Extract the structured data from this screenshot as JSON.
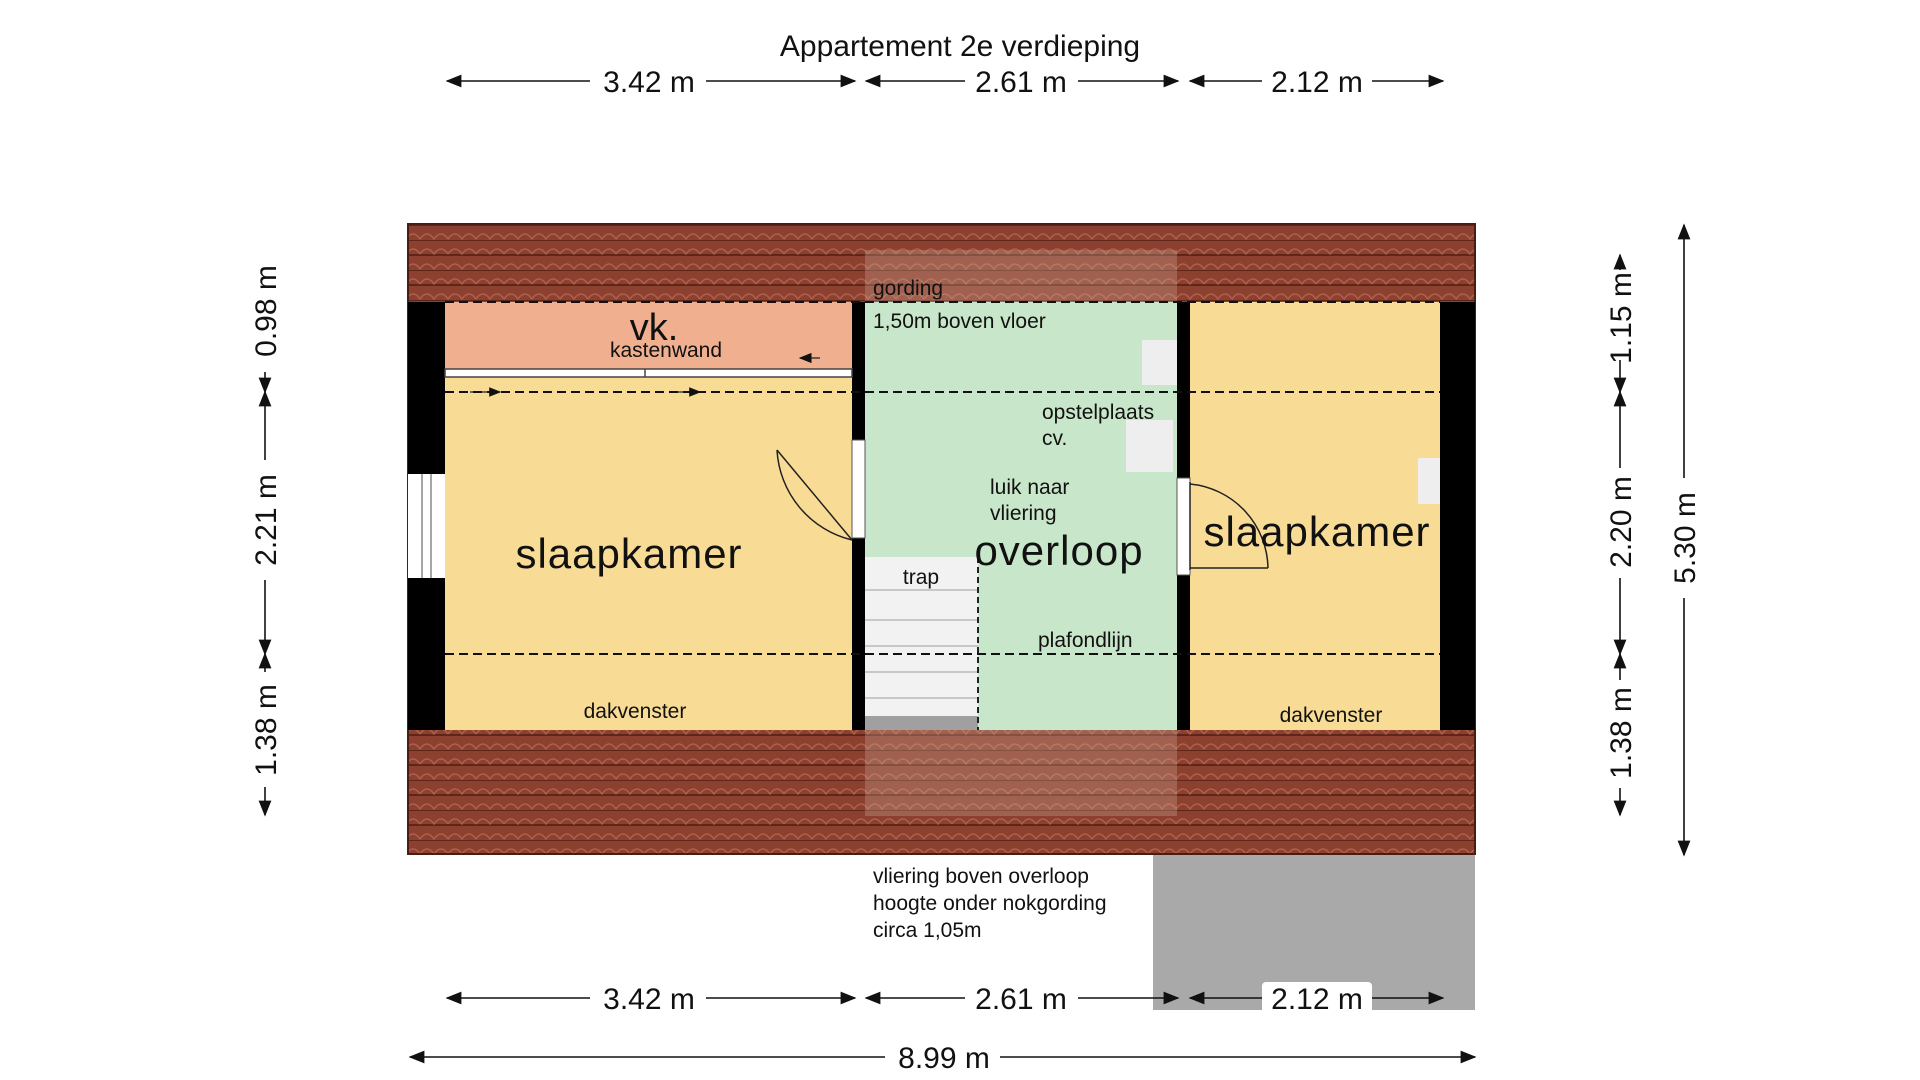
{
  "title": "Appartement 2e verdieping",
  "dimensions": {
    "top": [
      "3.42 m",
      "2.61 m",
      "2.12 m"
    ],
    "bottom": [
      "3.42 m",
      "2.61 m",
      "2.12 m"
    ],
    "total_width": "8.99 m",
    "left": [
      "0.98 m",
      "2.21 m",
      "1.38 m"
    ],
    "right": [
      "1.15 m",
      "2.20 m",
      "1.38 m"
    ],
    "total_depth": "5.30 m"
  },
  "rooms": {
    "bedroom_left": "slaapkamer",
    "landing": "overloop",
    "bedroom_right": "slaapkamer",
    "storage": "vk."
  },
  "labels": {
    "kastenwand": "kastenwand",
    "gording_1": "gording",
    "gording_2": "1,50m boven vloer",
    "opstel_1": "opstelplaats",
    "opstel_2": "cv.",
    "luik_1": "luik naar",
    "luik_2": "vliering",
    "trap": "trap",
    "plafondlijn": "plafondlijn",
    "dakvenster_left": "dakvenster",
    "dakvenster_right": "dakvenster",
    "note_1": "vliering boven overloop",
    "note_2": "hoogte onder nokgording",
    "note_3": "circa 1,05m"
  },
  "colors": {
    "bedroom": "#f8dc96",
    "landing": "#c8e6c9",
    "storage": "#f0b090",
    "roof": "#8a3f2b",
    "wall": "#000000",
    "attic_overlay": "#a9a9a9"
  }
}
